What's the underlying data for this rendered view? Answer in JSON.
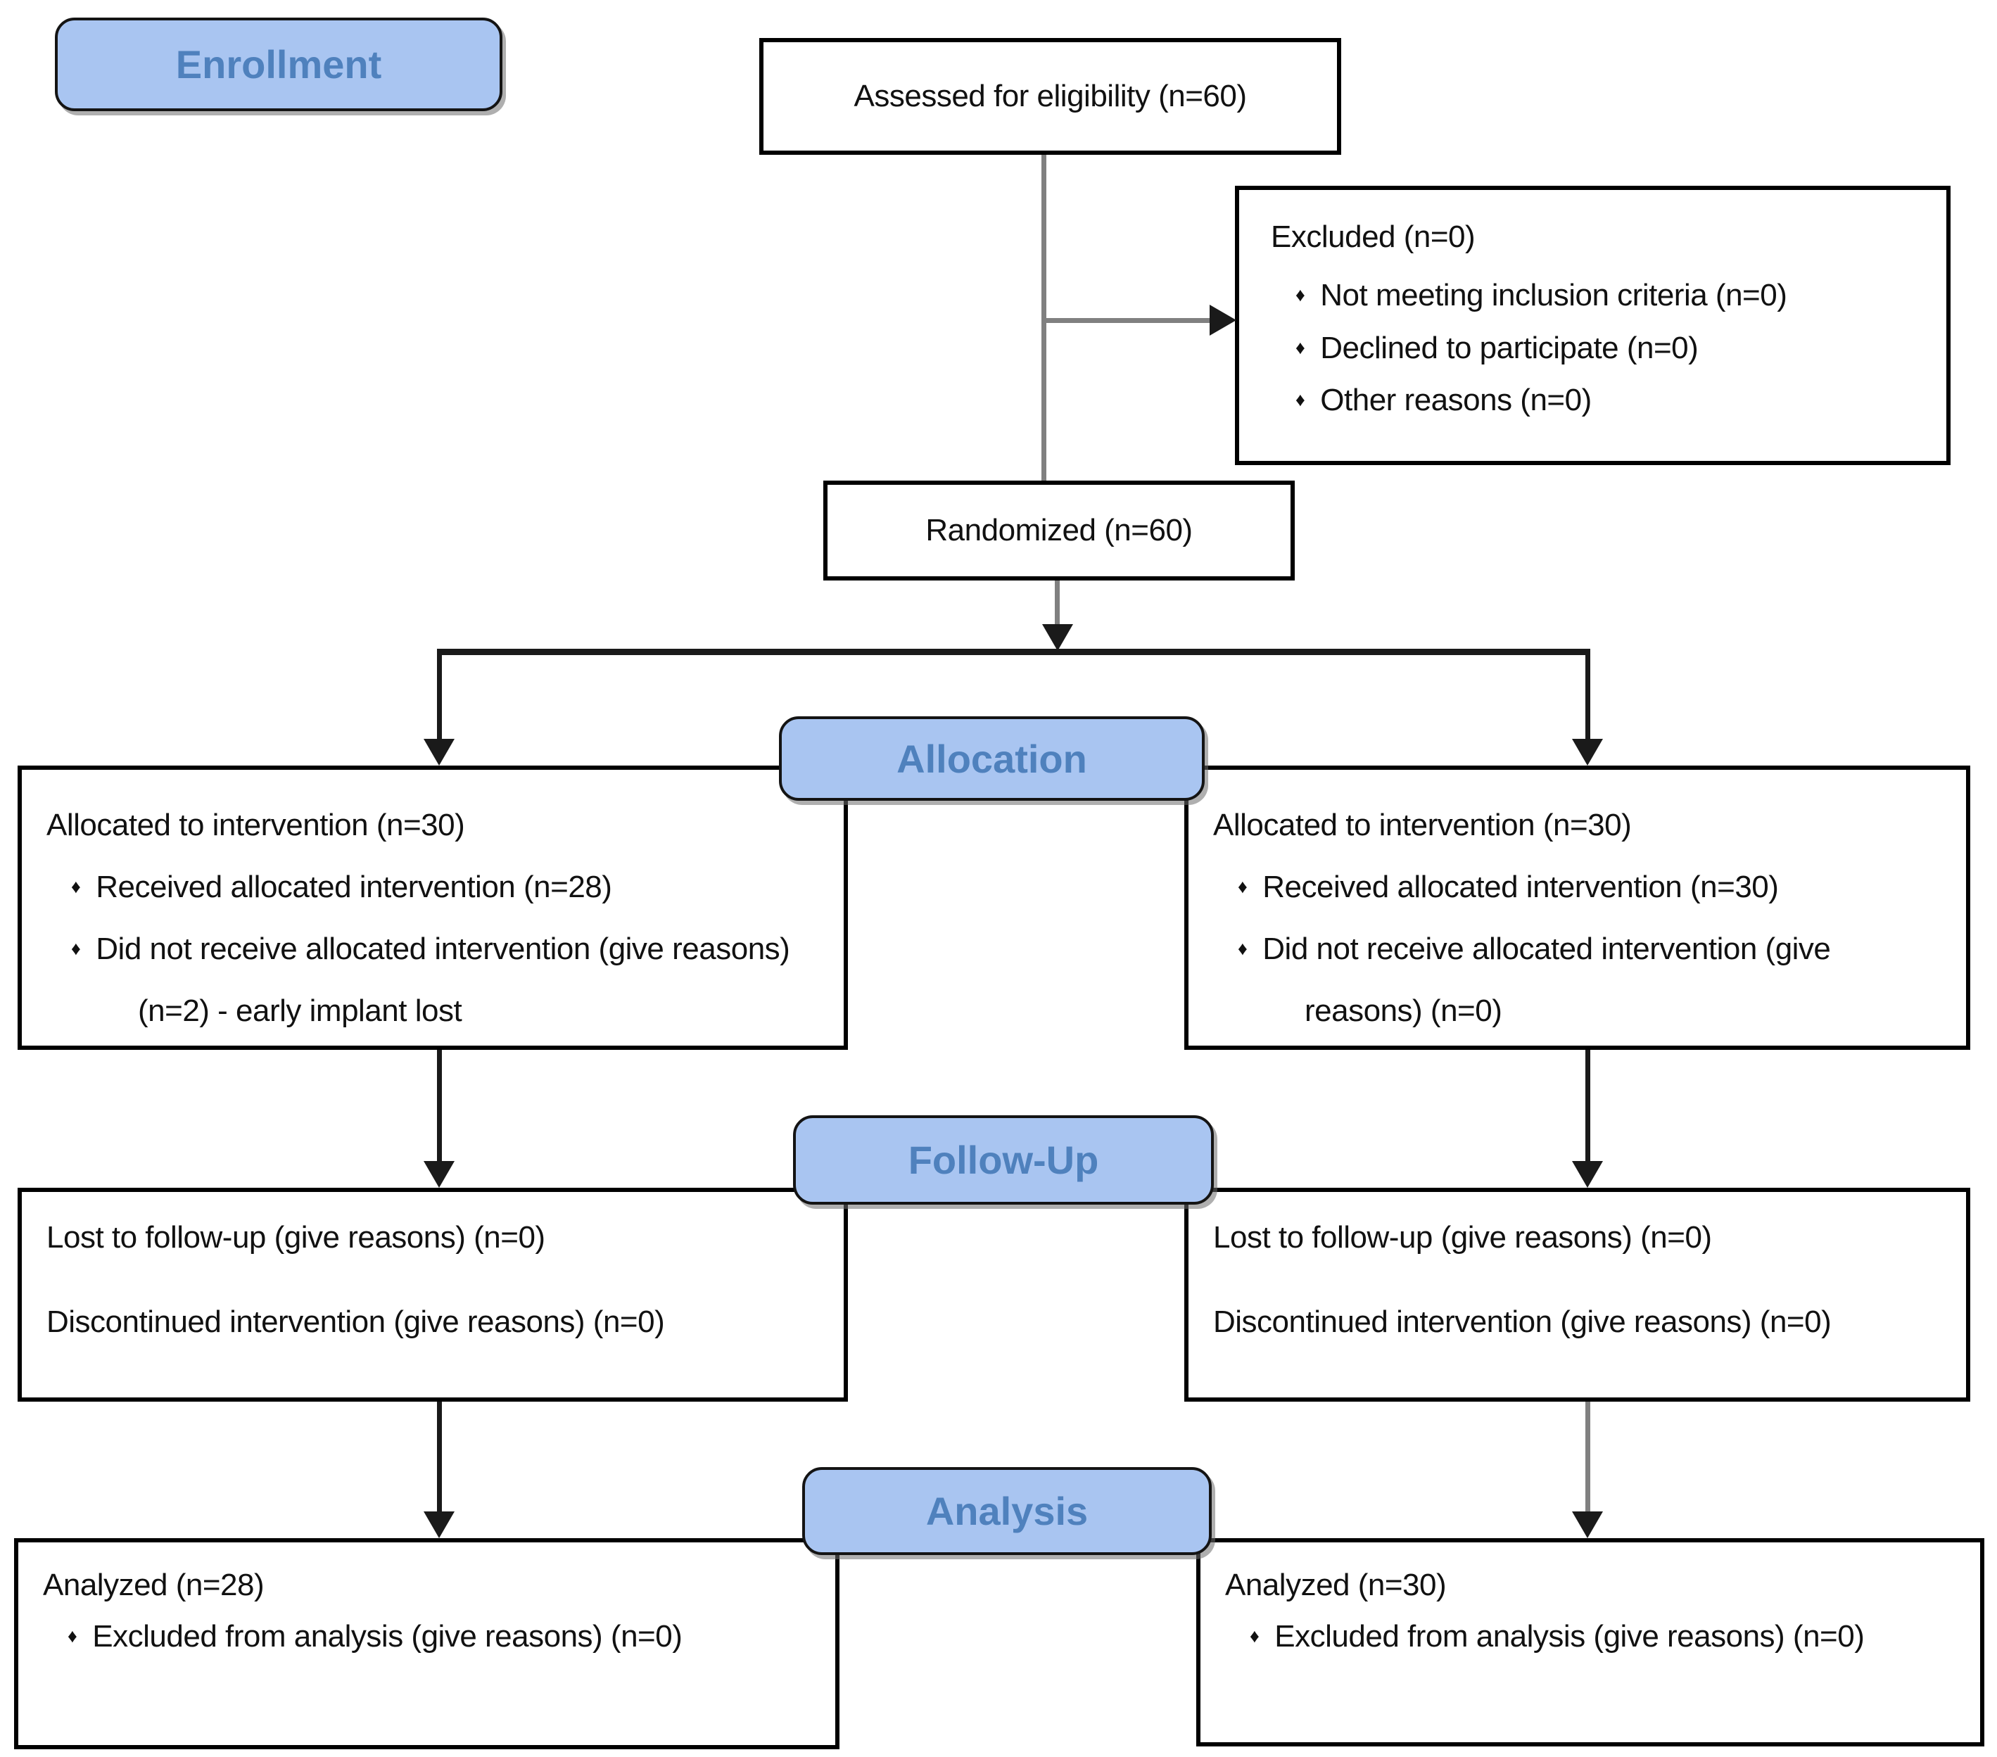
{
  "stages": {
    "enrollment": "Enrollment",
    "allocation": "Allocation",
    "followup": "Follow-Up",
    "analysis": "Analysis"
  },
  "bullet_glyph": "♦",
  "boxes": {
    "assessed": {
      "text": "Assessed for eligibility (n=60)"
    },
    "excluded": {
      "title": "Excluded (n=0)",
      "items": [
        "Not meeting inclusion criteria (n=0)",
        "Declined to participate (n=0)",
        "Other reasons (n=0)"
      ]
    },
    "randomized": {
      "text": "Randomized (n=60)"
    },
    "allocation_left": {
      "title": "Allocated to intervention (n=30)",
      "items": [
        "Received allocated intervention (n=28)",
        "Did not receive allocated intervention (give reasons) (n=2) - early implant lost"
      ]
    },
    "allocation_right": {
      "title": "Allocated to intervention (n=30)",
      "items": [
        "Received allocated intervention (n=30)",
        "Did not receive allocated intervention (give reasons) (n=0)"
      ]
    },
    "followup_left": {
      "lines": [
        "Lost to follow-up (give reasons) (n=0)",
        "Discontinued intervention (give reasons) (n=0)"
      ]
    },
    "followup_right": {
      "lines": [
        "Lost to follow-up (give reasons) (n=0)",
        "Discontinued intervention (give reasons) (n=0)"
      ]
    },
    "analysis_left": {
      "title": "Analyzed (n=28)",
      "items": [
        "Excluded from analysis (give reasons) (n=0)"
      ]
    },
    "analysis_right": {
      "title": "Analyzed (n=30)",
      "items": [
        "Excluded from analysis (give reasons) (n=0)"
      ]
    }
  },
  "colors": {
    "background": "#ffffff",
    "badge_fill": "#a9c5f1",
    "badge_text": "#4f81bd",
    "badge_border": "#141414",
    "box_border": "#000000",
    "connector_gray": "#808080",
    "connector_black": "#1a1a1a"
  }
}
